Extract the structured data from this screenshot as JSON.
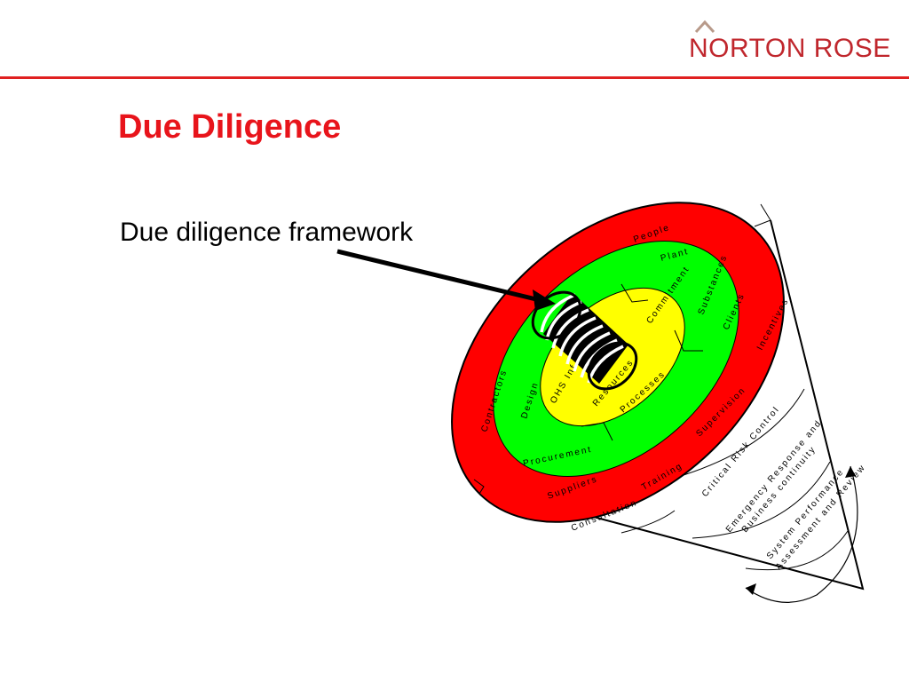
{
  "header": {
    "logo_text": "NORTON ROSE",
    "logo_color": "#c0272d",
    "rule_color": "#e02020"
  },
  "slide": {
    "title": "Due Diligence",
    "subtitle": "Due diligence framework"
  },
  "diagram": {
    "rings": {
      "outer": {
        "color": "#ff0000",
        "labels": [
          "People",
          "Clients",
          "Contractors",
          "Suppliers"
        ]
      },
      "middle": {
        "color": "#00ff00",
        "labels": [
          "Plant",
          "Substances",
          "Design",
          "Procurement"
        ]
      },
      "inner": {
        "color": "#ffff00",
        "labels": [
          "Commitment",
          "OHS Inf",
          "Resources",
          "Processes"
        ]
      }
    },
    "cone_segments": [
      "Incentives",
      "Supervision",
      "Critical Risk Control",
      "Training",
      "Consultation",
      "Emergency Response and",
      "Business continuity",
      "System Performance",
      "Assessment and Review"
    ]
  }
}
